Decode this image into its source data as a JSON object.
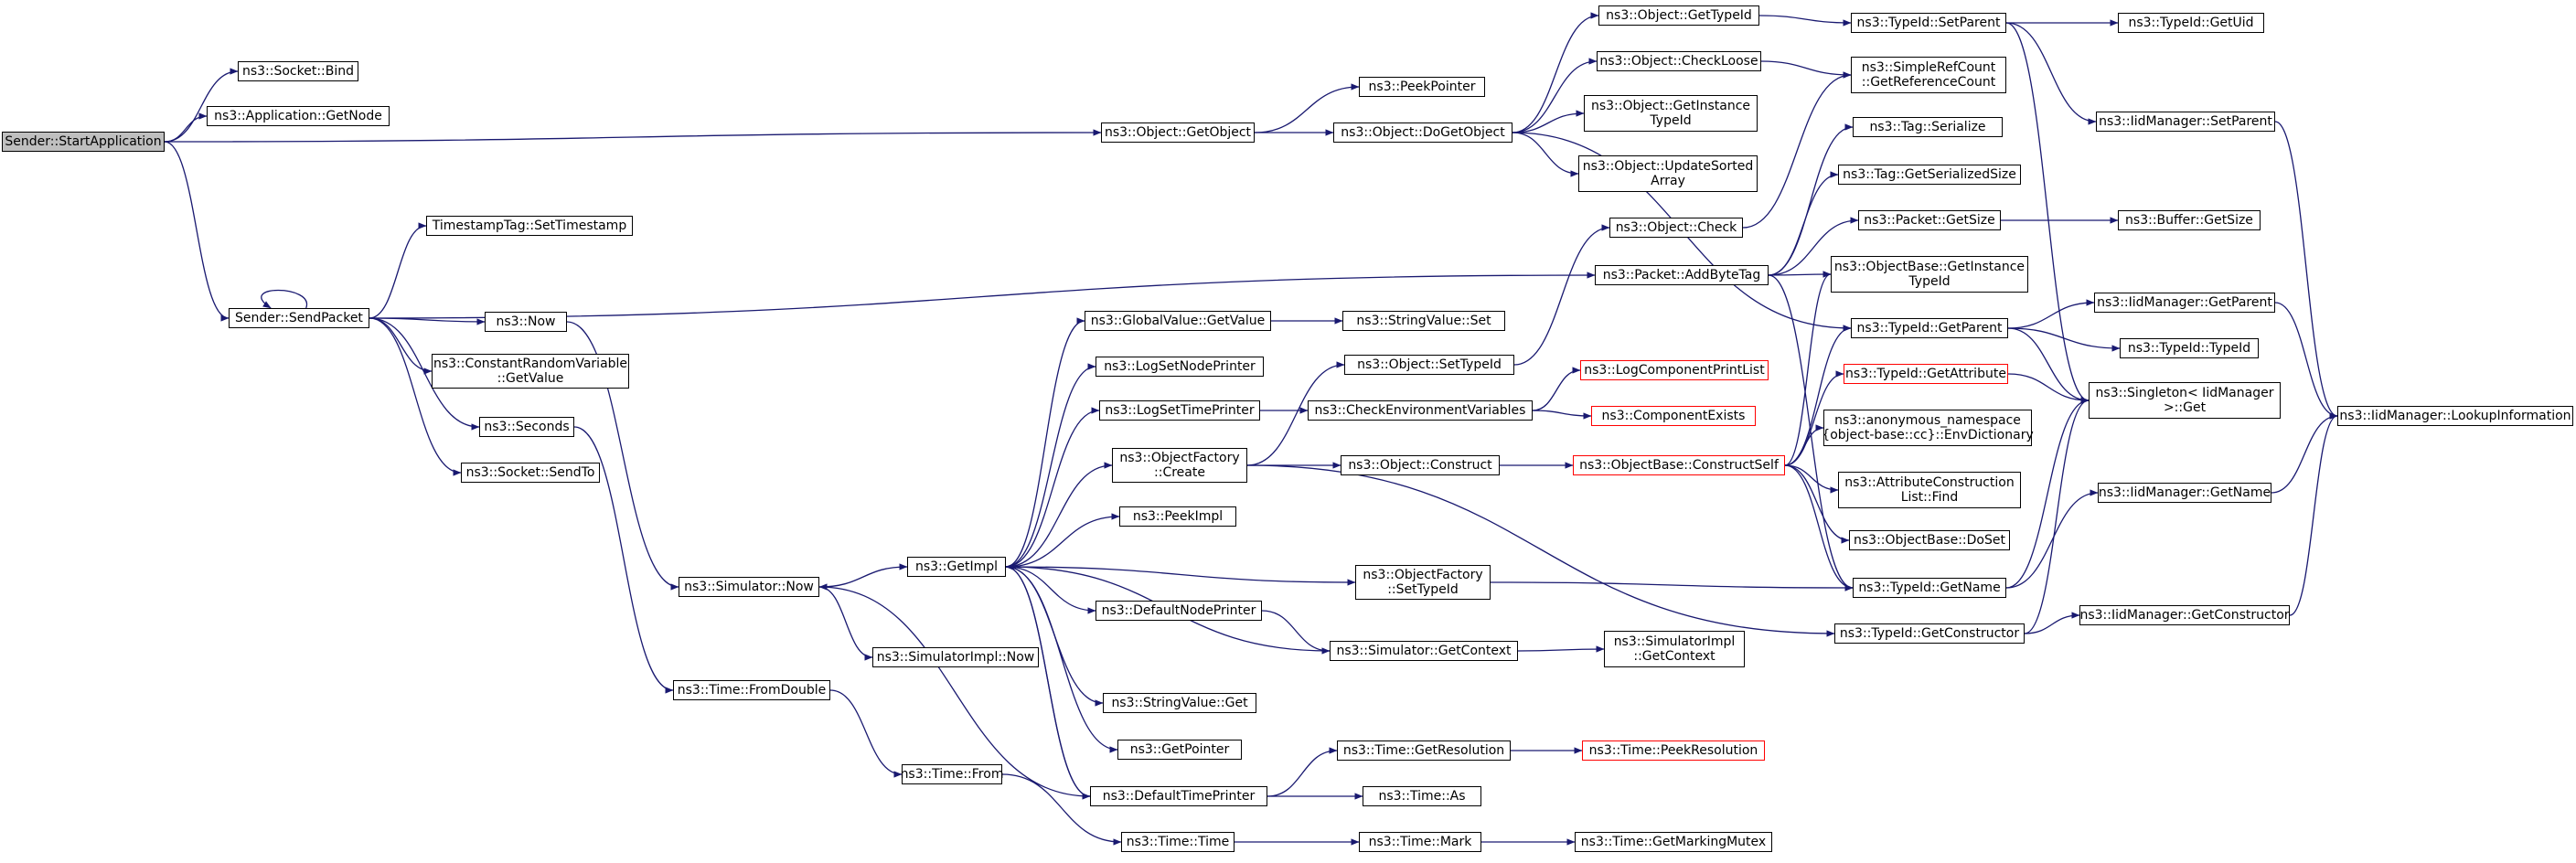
{
  "diagram": {
    "type": "call-graph",
    "edge_color": "#191970",
    "node_border_color": "#000000",
    "highlight_border_color": "#ff0000",
    "root_fill": "#bfbfbf",
    "nodes": {
      "start_app": "Sender::StartApplication",
      "socket_bind": "ns3::Socket::Bind",
      "app_getnode": "ns3::Application::GetNode",
      "send_packet": "Sender::SendPacket",
      "ts_settimestamp": "TimestampTag::SetTimestamp",
      "now": "ns3::Now",
      "crv_getvalue": "ns3::ConstantRandomVariable\n::GetValue",
      "seconds": "ns3::Seconds",
      "socket_sendto": "ns3::Socket::SendTo",
      "sim_now": "ns3::Simulator::Now",
      "time_fromdouble": "ns3::Time::FromDouble",
      "getimpl": "ns3::GetImpl",
      "simimpl_now": "ns3::SimulatorImpl::Now",
      "time_from": "ns3::Time::From",
      "time_time": "ns3::Time::Time",
      "obj_getobject": "ns3::Object::GetObject",
      "gv_getvalue": "ns3::GlobalValue::GetValue",
      "logsetnodeprinter": "ns3::LogSetNodePrinter",
      "logsettimeprinter": "ns3::LogSetTimePrinter",
      "of_create": "ns3::ObjectFactory\n::Create",
      "peekimpl": "ns3::PeekImpl",
      "defaultnodeprinter": "ns3::DefaultNodePrinter",
      "sv_get": "ns3::StringValue::Get",
      "getpointer": "ns3::GetPointer",
      "defaulttimeprinter": "ns3::DefaultTimePrinter",
      "peekpointer": "ns3::PeekPointer",
      "obj_dogetobject": "ns3::Object::DoGetObject",
      "sv_set": "ns3::StringValue::Set",
      "obj_settypeid": "ns3::Object::SetTypeId",
      "checkenvvars": "ns3::CheckEnvironmentVariables",
      "obj_construct": "ns3::Object::Construct",
      "of_settypeid": "ns3::ObjectFactory\n::SetTypeId",
      "sim_getcontext": "ns3::Simulator::GetContext",
      "time_getresolution": "ns3::Time::GetResolution",
      "time_as": "ns3::Time::As",
      "time_mark": "ns3::Time::Mark",
      "obj_gettypeid": "ns3::Object::GetTypeId",
      "obj_checkloose": "ns3::Object::CheckLoose",
      "obj_getinstancetypeid": "ns3::Object::GetInstance\nTypeId",
      "obj_updatesortedarray": "ns3::Object::UpdateSorted\nArray",
      "obj_check": "ns3::Object::Check",
      "packet_addbytetag": "ns3::Packet::AddByteTag",
      "logcomponentprintlist": "ns3::LogComponentPrintList",
      "componentexists": "ns3::ComponentExists",
      "objbase_constructself": "ns3::ObjectBase::ConstructSelf",
      "simimpl_getcontext": "ns3::SimulatorImpl\n::GetContext",
      "time_peekresolution": "ns3::Time::PeekResolution",
      "time_getmarkingmutex": "ns3::Time::GetMarkingMutex",
      "typeid_setparent": "ns3::TypeId::SetParent",
      "simplerefcount": "ns3::SimpleRefCount\n::GetReferenceCount",
      "tag_serialize": "ns3::Tag::Serialize",
      "tag_getserializedsize": "ns3::Tag::GetSerializedSize",
      "packet_getsize": "ns3::Packet::GetSize",
      "objbase_getinstancetypeid": "ns3::ObjectBase::GetInstance\nTypeId",
      "typeid_getparent": "ns3::TypeId::GetParent",
      "typeid_getattribute": "ns3::TypeId::GetAttribute",
      "envdictionary": "ns3::anonymous_namespace\n{object-base::cc}::EnvDictionary",
      "attrconstructionlist_find": "ns3::AttributeConstruction\nList::Find",
      "objbase_doset": "ns3::ObjectBase::DoSet",
      "typeid_getname": "ns3::TypeId::GetName",
      "typeid_getconstructor": "ns3::TypeId::GetConstructor",
      "typeid_getuid": "ns3::TypeId::GetUid",
      "iidmanager_setparent": "ns3::IidManager::SetParent",
      "buffer_getsize": "ns3::Buffer::GetSize",
      "iidmanager_getparent": "ns3::IidManager::GetParent",
      "typeid_typeid": "ns3::TypeId::TypeId",
      "singleton_get": "ns3::Singleton< IidManager\n>::Get",
      "iidmanager_getname": "ns3::IidManager::GetName",
      "iidmanager_getconstructor": "ns3::IidManager::GetConstructor",
      "iidmanager_lookupinformation": "ns3::IidManager::LookupInformation"
    },
    "highlighted": [
      "logcomponentprintlist",
      "componentexists",
      "objbase_constructself",
      "time_peekresolution",
      "typeid_getattribute"
    ],
    "edges": [
      [
        "start_app",
        "socket_bind"
      ],
      [
        "start_app",
        "app_getnode"
      ],
      [
        "start_app",
        "obj_getobject"
      ],
      [
        "start_app",
        "send_packet"
      ],
      [
        "send_packet",
        "send_packet"
      ],
      [
        "send_packet",
        "ts_settimestamp"
      ],
      [
        "send_packet",
        "packet_addbytetag"
      ],
      [
        "send_packet",
        "now"
      ],
      [
        "send_packet",
        "crv_getvalue"
      ],
      [
        "send_packet",
        "seconds"
      ],
      [
        "send_packet",
        "socket_sendto"
      ],
      [
        "now",
        "sim_now"
      ],
      [
        "seconds",
        "time_fromdouble"
      ],
      [
        "sim_now",
        "getimpl"
      ],
      [
        "sim_now",
        "simimpl_now"
      ],
      [
        "time_fromdouble",
        "time_from"
      ],
      [
        "time_from",
        "time_time"
      ],
      [
        "time_time",
        "time_mark"
      ],
      [
        "time_mark",
        "time_getmarkingmutex"
      ],
      [
        "getimpl",
        "gv_getvalue"
      ],
      [
        "getimpl",
        "logsetnodeprinter"
      ],
      [
        "getimpl",
        "logsettimeprinter"
      ],
      [
        "getimpl",
        "of_create"
      ],
      [
        "getimpl",
        "peekimpl"
      ],
      [
        "getimpl",
        "of_settypeid"
      ],
      [
        "getimpl",
        "defaultnodeprinter"
      ],
      [
        "getimpl",
        "sv_get"
      ],
      [
        "getimpl",
        "getpointer"
      ],
      [
        "getimpl",
        "defaulttimeprinter"
      ],
      [
        "defaulttimeprinter",
        "getimpl"
      ],
      [
        "defaulttimeprinter",
        "sim_now"
      ],
      [
        "defaulttimeprinter",
        "time_getresolution"
      ],
      [
        "defaulttimeprinter",
        "time_as"
      ],
      [
        "defaultnodeprinter",
        "sim_getcontext"
      ],
      [
        "sim_getcontext",
        "getimpl"
      ],
      [
        "sim_getcontext",
        "simimpl_getcontext"
      ],
      [
        "time_getresolution",
        "time_peekresolution"
      ],
      [
        "gv_getvalue",
        "sv_set"
      ],
      [
        "logsettimeprinter",
        "checkenvvars"
      ],
      [
        "checkenvvars",
        "logcomponentprintlist"
      ],
      [
        "checkenvvars",
        "componentexists"
      ],
      [
        "of_create",
        "obj_settypeid"
      ],
      [
        "of_create",
        "obj_construct"
      ],
      [
        "of_create",
        "typeid_getconstructor"
      ],
      [
        "of_settypeid",
        "typeid_getname"
      ],
      [
        "obj_settypeid",
        "obj_check"
      ],
      [
        "obj_construct",
        "objbase_constructself"
      ],
      [
        "obj_getobject",
        "peekpointer"
      ],
      [
        "obj_getobject",
        "obj_dogetobject"
      ],
      [
        "obj_dogetobject",
        "obj_gettypeid"
      ],
      [
        "obj_dogetobject",
        "obj_checkloose"
      ],
      [
        "obj_dogetobject",
        "obj_getinstancetypeid"
      ],
      [
        "obj_dogetobject",
        "obj_updatesortedarray"
      ],
      [
        "obj_dogetobject",
        "typeid_getparent"
      ],
      [
        "obj_gettypeid",
        "typeid_setparent"
      ],
      [
        "obj_checkloose",
        "simplerefcount"
      ],
      [
        "obj_check",
        "simplerefcount"
      ],
      [
        "packet_addbytetag",
        "tag_serialize"
      ],
      [
        "packet_addbytetag",
        "tag_getserializedsize"
      ],
      [
        "packet_addbytetag",
        "packet_getsize"
      ],
      [
        "packet_addbytetag",
        "objbase_getinstancetypeid"
      ],
      [
        "packet_addbytetag",
        "typeid_getname"
      ],
      [
        "objbase_constructself",
        "typeid_getattribute"
      ],
      [
        "objbase_constructself",
        "envdictionary"
      ],
      [
        "objbase_constructself",
        "attrconstructionlist_find"
      ],
      [
        "objbase_constructself",
        "objbase_doset"
      ],
      [
        "objbase_constructself",
        "typeid_getname"
      ],
      [
        "objbase_constructself",
        "objbase_getinstancetypeid"
      ],
      [
        "objbase_constructself",
        "typeid_getparent"
      ],
      [
        "typeid_setparent",
        "typeid_getuid"
      ],
      [
        "typeid_setparent",
        "iidmanager_setparent"
      ],
      [
        "typeid_setparent",
        "singleton_get"
      ],
      [
        "packet_getsize",
        "buffer_getsize"
      ],
      [
        "typeid_getparent",
        "iidmanager_getparent"
      ],
      [
        "typeid_getparent",
        "typeid_typeid"
      ],
      [
        "typeid_getparent",
        "singleton_get"
      ],
      [
        "typeid_getattribute",
        "singleton_get"
      ],
      [
        "typeid_getname",
        "singleton_get"
      ],
      [
        "typeid_getname",
        "iidmanager_getname"
      ],
      [
        "typeid_getconstructor",
        "singleton_get"
      ],
      [
        "typeid_getconstructor",
        "iidmanager_getconstructor"
      ],
      [
        "iidmanager_setparent",
        "iidmanager_lookupinformation"
      ],
      [
        "iidmanager_getparent",
        "iidmanager_lookupinformation"
      ],
      [
        "iidmanager_getname",
        "iidmanager_lookupinformation"
      ],
      [
        "iidmanager_getconstructor",
        "iidmanager_lookupinformation"
      ]
    ]
  }
}
